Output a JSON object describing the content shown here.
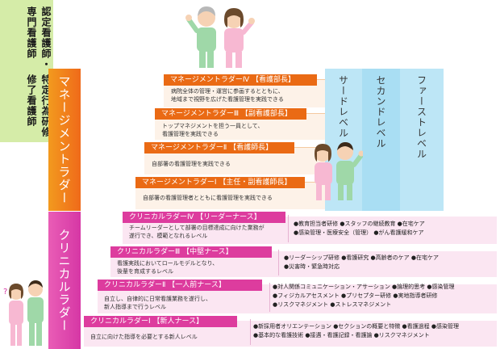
{
  "left_labels": {
    "management": "マネージメントラダー",
    "clinical": "クリニカルラダー"
  },
  "levels": {
    "third": "サードレベル",
    "second": "セカンドレベル",
    "first": "ファーストレベル",
    "certified_line1": "認定看護師・専門看護師",
    "certified_line2": "特定行為研修修了看護師"
  },
  "management_ladder": [
    {
      "title": "マネージメントラダーⅣ 【看護部長】",
      "desc": [
        "病院全体の管理・運営に参画するとともに、",
        "地域まで視野を広げた看護管理を実践できる"
      ]
    },
    {
      "title": "マネージメントラダーⅢ 【副看護部長】",
      "desc": [
        "トップマネジメントを担う一員として、",
        "看護管理を実践できる"
      ]
    },
    {
      "title": "マネージメントラダーⅡ 【看護師長】",
      "desc": [
        "自部署の看護管理を実践できる"
      ]
    },
    {
      "title": "マネージメントラダーⅠ 【主任・副看護師長】",
      "desc": [
        "自部署の看護管理者とともに看護管理を実践できる"
      ]
    }
  ],
  "clinical_ladder": [
    {
      "title": "クリニカルラダーⅣ 【リーダーナース】",
      "desc": [
        "チームリーダーとして部署の目標達成に向けた業務が",
        "遂行でき、模範となれるレベル"
      ],
      "rows": [
        "●教育担当者研修 ●スタッフの継続教育 ●在宅ケア",
        "●感染管理・医療安全（管理） ●がん看護緩和ケア"
      ]
    },
    {
      "title": "クリニカルラダーⅢ 【中堅ナース】",
      "desc": [
        "看護実践においてロールモデルとなり、",
        "後輩を育成するレベル"
      ],
      "rows": [
        "●リーダーシップ研修 ●看護研究 ●高齢者のケア ●在宅ケア",
        "●災害時・緊急時対応"
      ]
    },
    {
      "title": "クリニカルラダーⅡ 【一人前ナース】",
      "desc": [
        "自立し、自律的に日常看護業務を遂行し、",
        "新人指導まで行うレベル"
      ],
      "rows": [
        "●対人関係コミュニケーション・アサーション ●論理的思考 ●感染管理",
        "●フィジカルアセスメント ●プリセプター研修 ●実地指導者研修",
        "●リスクマネジメント ●ストレスマネジメント"
      ]
    },
    {
      "title": "クリニカルラダーⅠ 【新人ナース】",
      "desc": [
        "自立に向けた指導を必要とする新人レベル"
      ],
      "rows": [
        "●新採用者オリエンテーション ●セクションの概要と特徴 ●看護過程 ●感染管理",
        "●基本的な看護技術 ●接遇・看護記録・看護論 ●リスクマネジメント"
      ]
    }
  ],
  "colors": {
    "management": "#ea6a14",
    "clinical": "#dd3c9e",
    "level_blue": "#bde6f6",
    "certified_green": "#d5eca8"
  }
}
